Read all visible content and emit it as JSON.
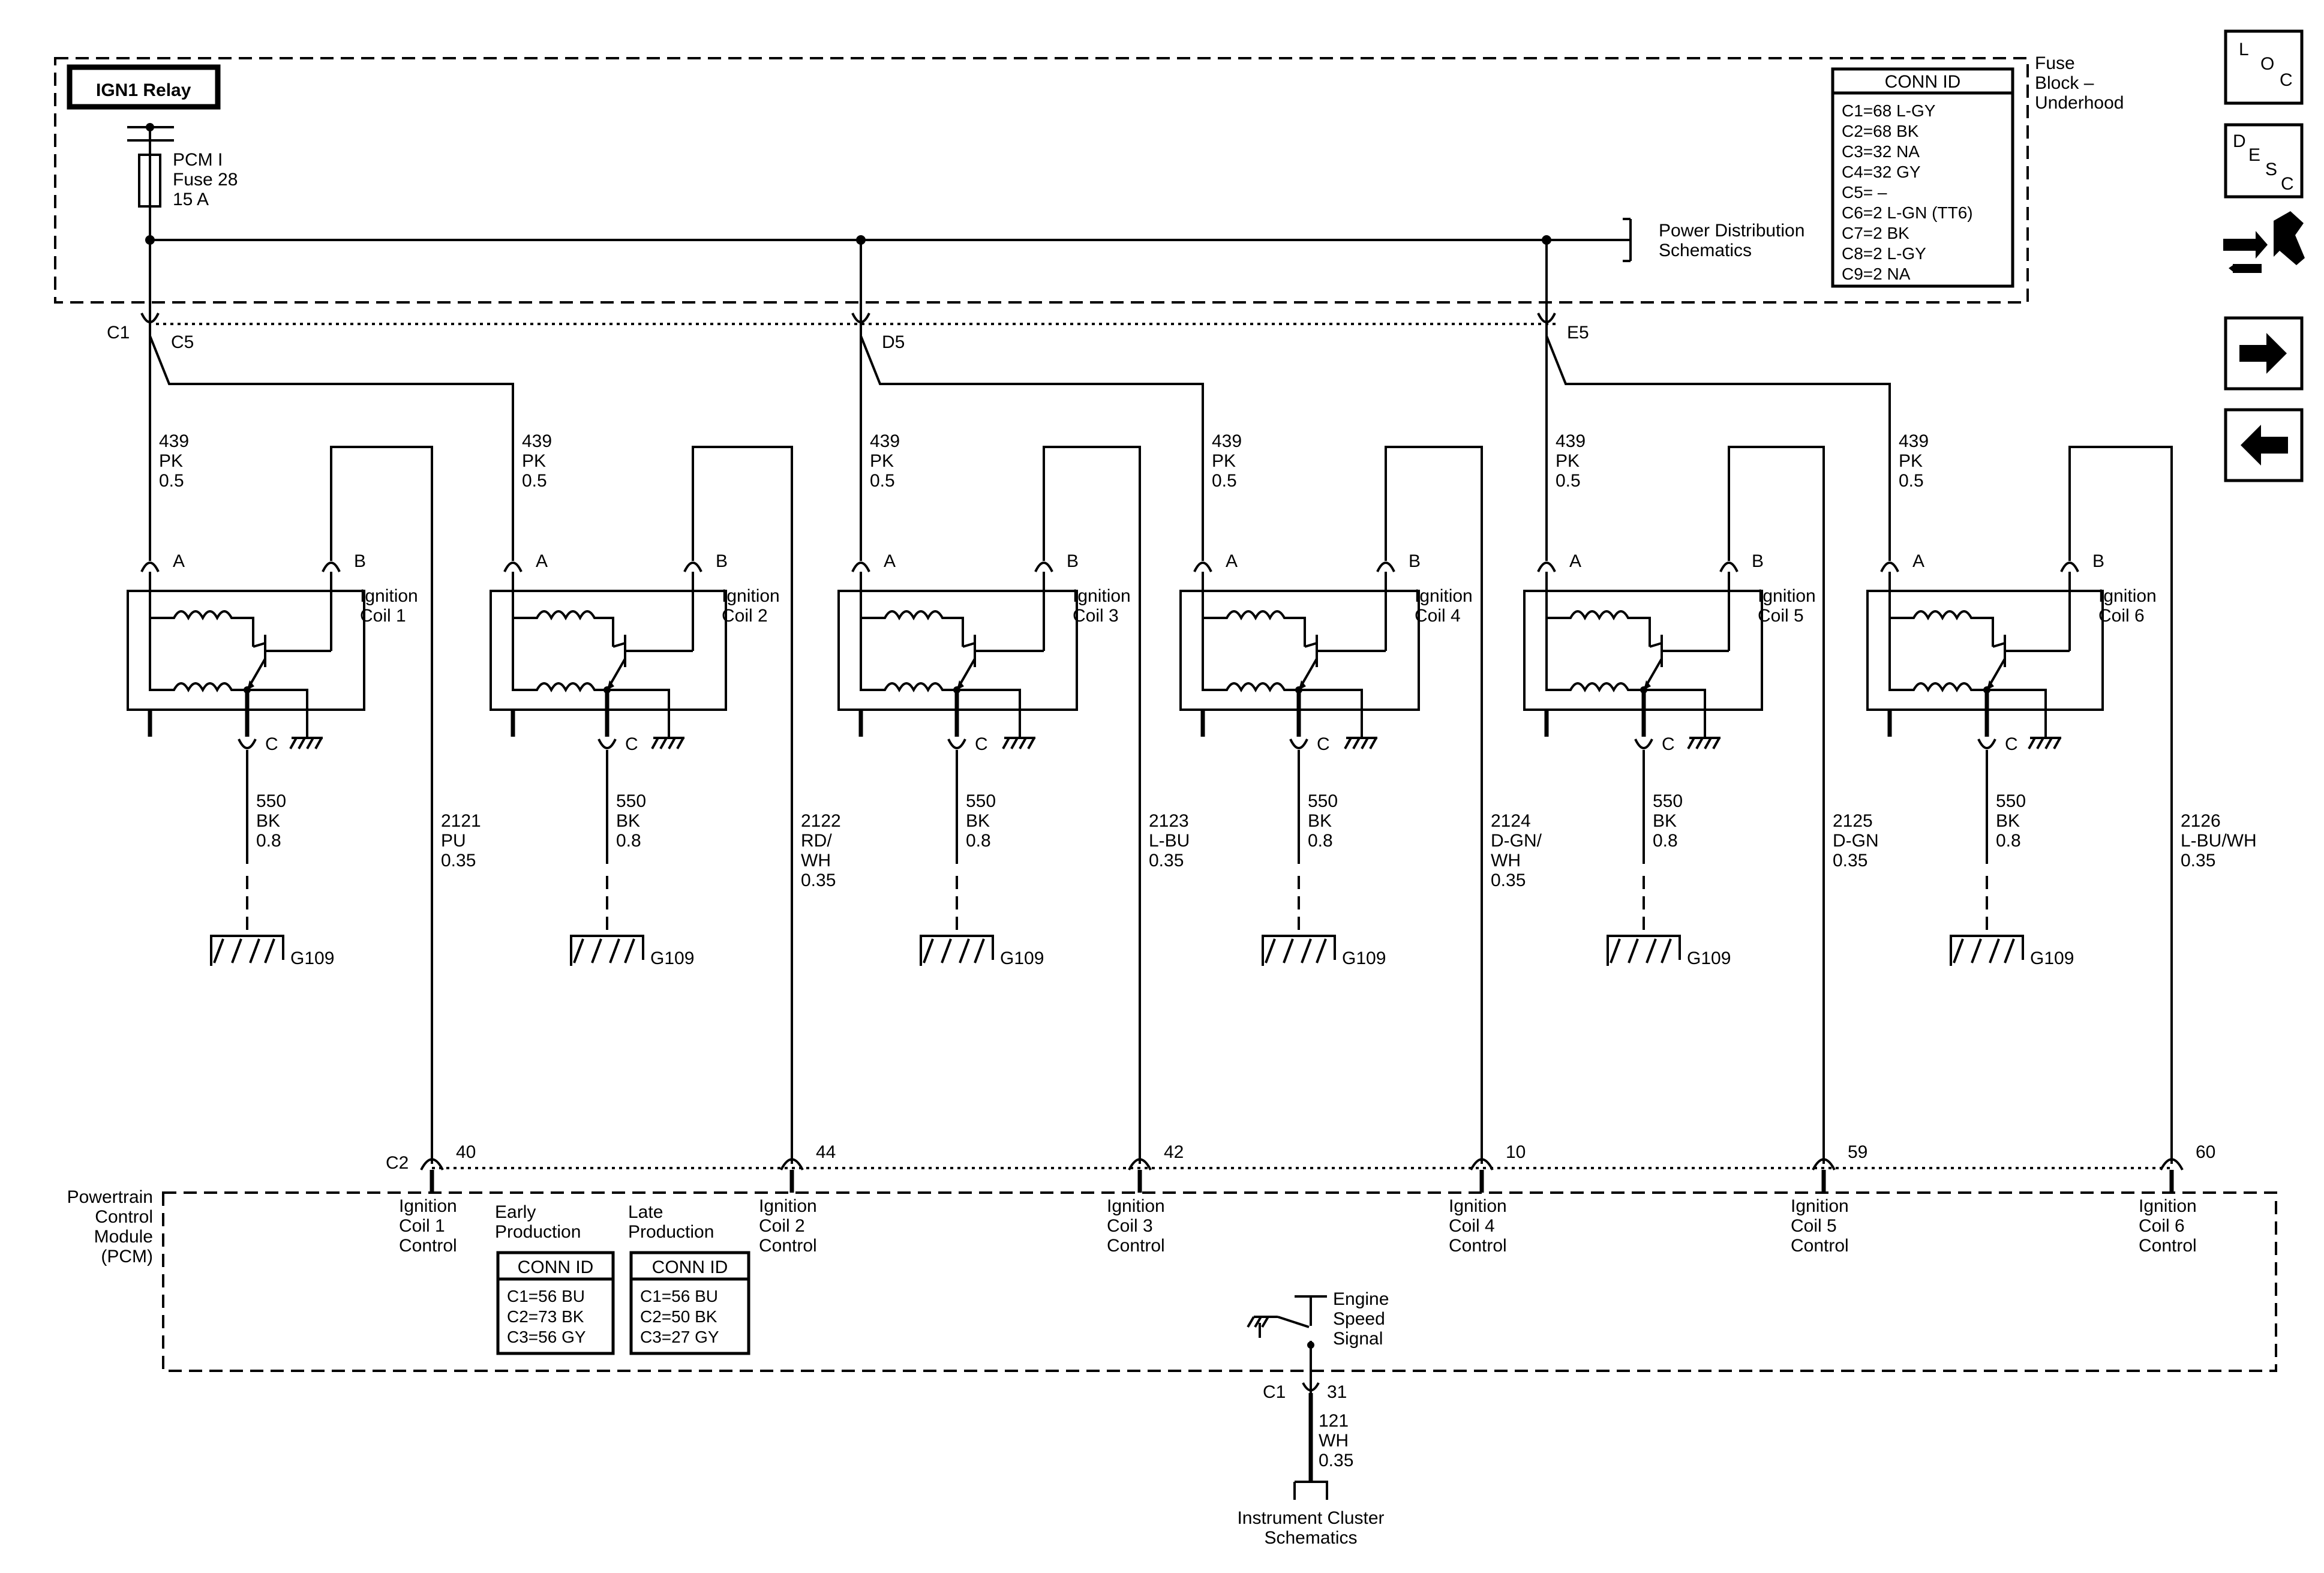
{
  "relay": {
    "label": "IGN1 Relay"
  },
  "fuse": {
    "name": "PCM I",
    "number": "Fuse 28",
    "rating": "15 A"
  },
  "fuse_block": {
    "title_lines": [
      "Fuse",
      "Block –",
      "Underhood"
    ]
  },
  "power_distribution": {
    "lines": [
      "Power Distribution",
      "Schematics"
    ]
  },
  "fuse_block_conn": {
    "title": "CONN ID",
    "rows": [
      "C1=68 L-GY",
      "C2=68 BK",
      "C3=32 NA",
      "C4=32 GY",
      "C5= –",
      "C6=2 L-GN (TT6)",
      "C7=2 BK",
      "C8=2 L-GY",
      "C9=2 NA"
    ]
  },
  "splices": [
    {
      "connector": "C1",
      "pin": "C5"
    },
    {
      "pin": "D5"
    },
    {
      "pin": "E5"
    }
  ],
  "feed_wire": {
    "circuit": "439",
    "color": "PK",
    "gauge": "0.5"
  },
  "pin_a": "A",
  "pin_b": "B",
  "pin_c": "C",
  "ground_wire": {
    "circuit": "550",
    "color": "BK",
    "gauge": "0.8"
  },
  "ground_label": "G109",
  "coils": [
    {
      "name_lines": [
        "Ignition",
        "Coil 1"
      ],
      "ctl_circuit": "2121",
      "ctl_color": [
        "PU"
      ],
      "ctl_gauge": "0.35",
      "pcm_pin": "40",
      "pcm_label": [
        "Ignition",
        "Coil 1",
        "Control"
      ]
    },
    {
      "name_lines": [
        "Ignition",
        "Coil 2"
      ],
      "ctl_circuit": "2122",
      "ctl_color": [
        "RD/",
        "WH"
      ],
      "ctl_gauge": "0.35",
      "pcm_pin": "44",
      "pcm_label": [
        "Ignition",
        "Coil 2",
        "Control"
      ]
    },
    {
      "name_lines": [
        "Ignition",
        "Coil 3"
      ],
      "ctl_circuit": "2123",
      "ctl_color": [
        "L-BU"
      ],
      "ctl_gauge": "0.35",
      "pcm_pin": "42",
      "pcm_label": [
        "Ignition",
        "Coil 3",
        "Control"
      ]
    },
    {
      "name_lines": [
        "Ignition",
        "Coil 4"
      ],
      "ctl_circuit": "2124",
      "ctl_color": [
        "D-GN/",
        "WH"
      ],
      "ctl_gauge": "0.35",
      "pcm_pin": "10",
      "pcm_label": [
        "Ignition",
        "Coil 4",
        "Control"
      ]
    },
    {
      "name_lines": [
        "Ignition",
        "Coil 5"
      ],
      "ctl_circuit": "2125",
      "ctl_color": [
        "D-GN"
      ],
      "ctl_gauge": "0.35",
      "pcm_pin": "59",
      "pcm_label": [
        "Ignition",
        "Coil 5",
        "Control"
      ]
    },
    {
      "name_lines": [
        "Ignition",
        "Coil 6"
      ],
      "ctl_circuit": "2126",
      "ctl_color": [
        "L-BU/WH"
      ],
      "ctl_gauge": "0.35",
      "pcm_pin": "60",
      "pcm_label": [
        "Ignition",
        "Coil 6",
        "Control"
      ]
    }
  ],
  "pcm": {
    "title_lines": [
      "Powertrain",
      "Control",
      "Module",
      "(PCM)"
    ],
    "connector": "C2",
    "early": {
      "label_lines": [
        "Early",
        "Production"
      ],
      "title": "CONN ID",
      "rows": [
        "C1=56 BU",
        "C2=73 BK",
        "C3=56 GY"
      ]
    },
    "late": {
      "label_lines": [
        "Late",
        "Production"
      ],
      "title": "CONN ID",
      "rows": [
        "C1=56 BU",
        "C2=50 BK",
        "C3=27 GY"
      ]
    },
    "signal_lines": [
      "Engine",
      "Speed",
      "Signal"
    ]
  },
  "speed_wire": {
    "connector": "C1",
    "pin": "31",
    "circuit": "121",
    "color": "WH",
    "gauge": "0.35"
  },
  "instrument_cluster": {
    "lines": [
      "Instrument Cluster",
      "Schematics"
    ]
  },
  "nav": {
    "loc": [
      "L",
      "O",
      "C"
    ],
    "desc": [
      "D",
      "E",
      "S",
      "C"
    ],
    "icons": [
      "connector-wrench-icon",
      "arrow-right-icon",
      "arrow-left-icon"
    ]
  }
}
